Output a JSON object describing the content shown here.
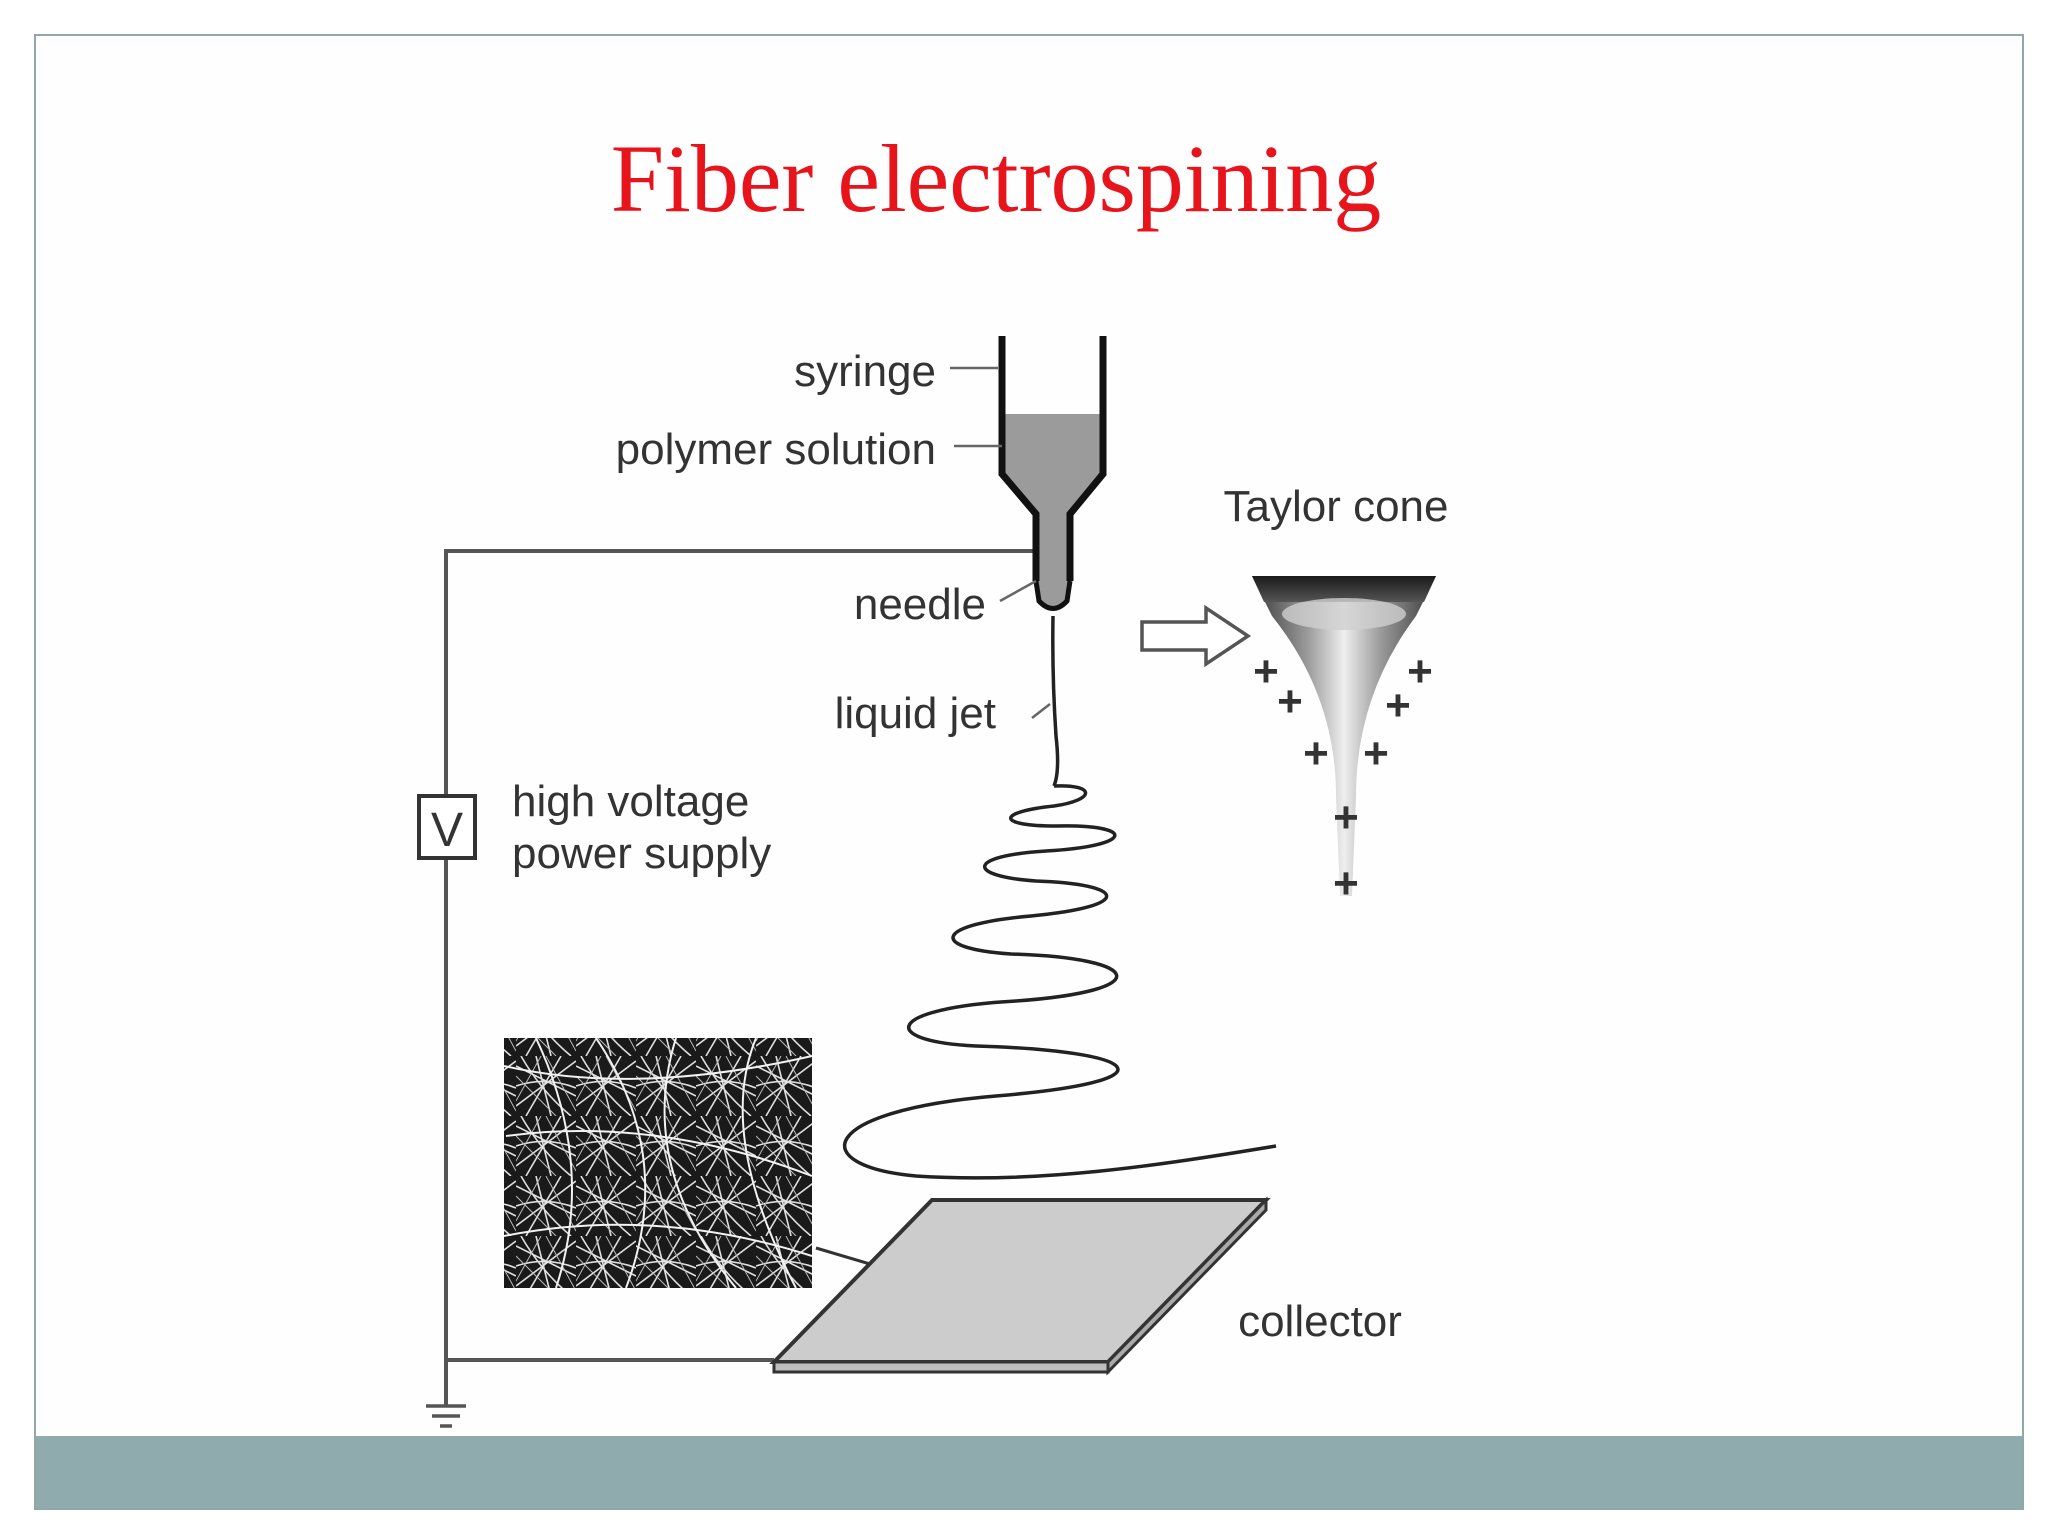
{
  "slide": {
    "title": "Fiber electrospining",
    "title_color": "#e8141b",
    "footer_color": "#8fabad",
    "frame_color": "#8fa8a8"
  },
  "diagram": {
    "labels": {
      "syringe": "syringe",
      "polymer_solution": "polymer solution",
      "needle": "needle",
      "liquid_jet": "liquid jet",
      "high_voltage_line1": "high voltage",
      "high_voltage_line2": "power supply",
      "voltmeter": "V",
      "taylor_cone": "Taylor cone",
      "collector": "collector"
    },
    "charge_symbol": "+"
  }
}
